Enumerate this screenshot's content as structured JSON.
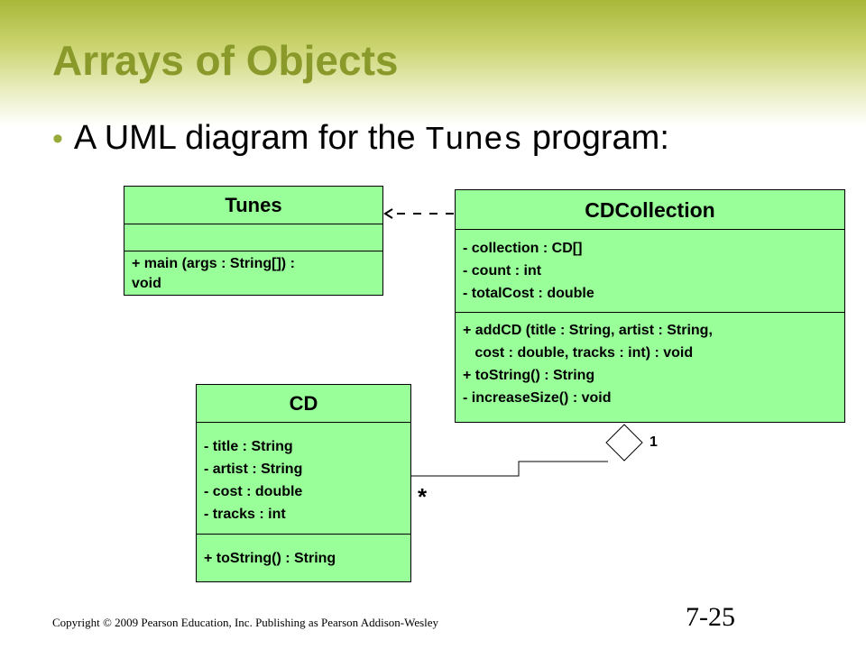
{
  "slide": {
    "title": "Arrays of Objects",
    "bullet_text_before": "A UML diagram for the ",
    "bullet_code": "Tunes",
    "bullet_text_after": " program:",
    "bullet_marker": "•"
  },
  "classes": {
    "tunes": {
      "name": "Tunes",
      "attributes": [],
      "operations": [
        "+ main (args : String[]) :",
        "void"
      ]
    },
    "cdcollection": {
      "name": "CDCollection",
      "attributes": [
        "- collection : CD[]",
        "- count : int",
        "- totalCost : double"
      ],
      "operations": [
        "+ addCD (title : String, artist : String,",
        "   cost : double, tracks : int) : void",
        "+ toString() : String",
        "- increaseSize() : void"
      ]
    },
    "cd": {
      "name": "CD",
      "attributes": [
        "- title : String",
        "- artist : String",
        "- cost : double",
        "- tracks : int"
      ],
      "operations": [
        "+ toString() : String"
      ]
    }
  },
  "relationships": {
    "dependency": {
      "from": "CDCollection",
      "to": "Tunes",
      "style": "dashed-arrow"
    },
    "aggregation": {
      "whole": "CDCollection",
      "part": "CD",
      "whole_multiplicity": "1",
      "part_multiplicity": "*"
    }
  },
  "colors": {
    "class_fill": "#99ff99",
    "title": "#8a9a2a",
    "header_band": "#a8b83a"
  },
  "footer": {
    "copyright": "Copyright © 2009 Pearson Education, Inc. Publishing as Pearson Addison-Wesley",
    "page": "7-25"
  }
}
